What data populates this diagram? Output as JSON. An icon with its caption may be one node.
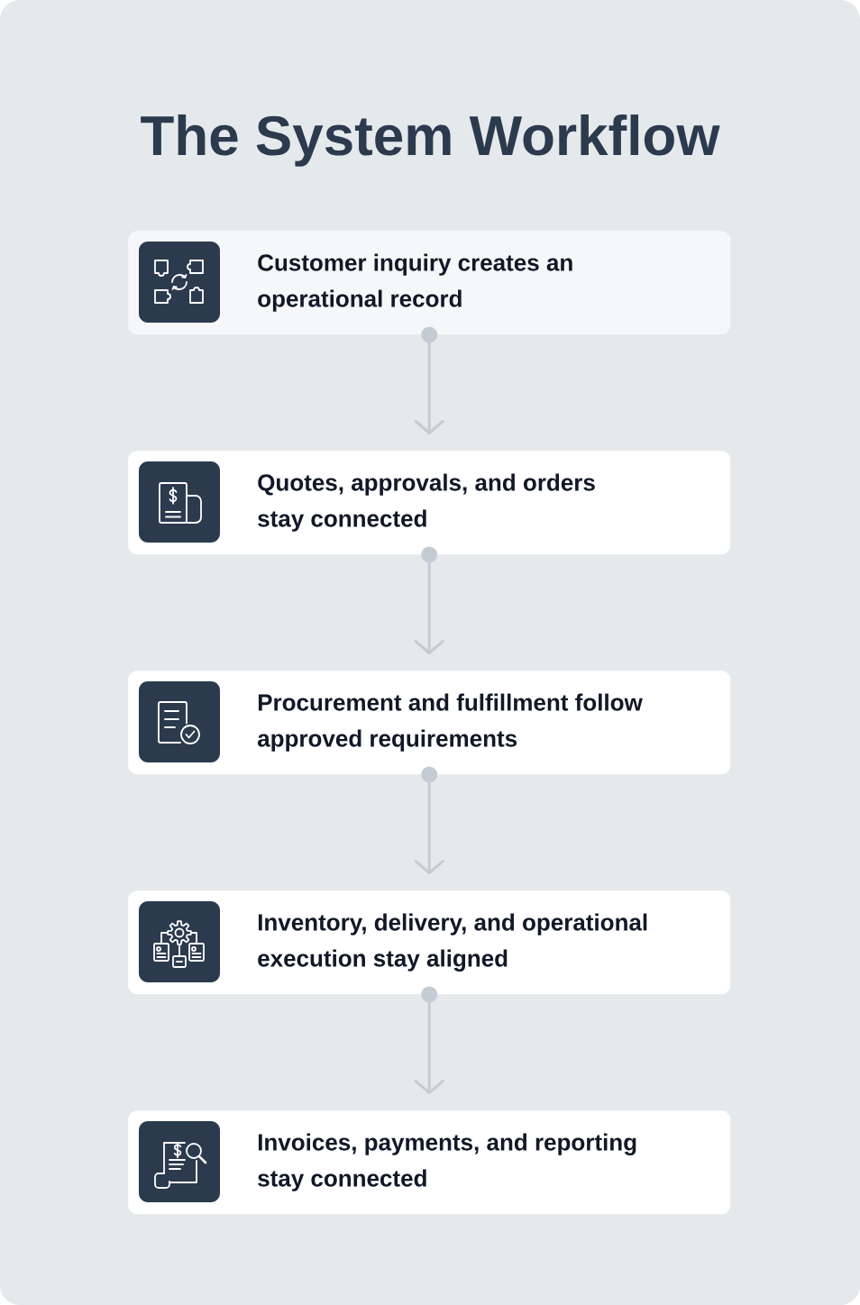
{
  "diagram": {
    "title": "The System Workflow",
    "nodes": [
      {
        "text": [
          "Customer inquiry creates an operational record"
        ]
      },
      {
        "text": [
          "Quotes, approvals, and orders stay connected"
        ]
      },
      {
        "text": [
          "Procurement and fulfillment follow approved requirements"
        ]
      },
      {
        "text": [
          "Inventory, delivery, and operational execution stay aligned"
        ]
      },
      {
        "text": [
          "Invoices, payments, and reporting stay connected"
        ]
      }
    ],
    "edges": [
      {
        "from": 0,
        "to": 1,
        "arrow": "to"
      },
      {
        "from": 1,
        "to": 2,
        "arrow": "to"
      },
      {
        "from": 2,
        "to": 3,
        "arrow": "to"
      },
      {
        "from": 3,
        "to": 4,
        "arrow": "to"
      }
    ]
  }
}
